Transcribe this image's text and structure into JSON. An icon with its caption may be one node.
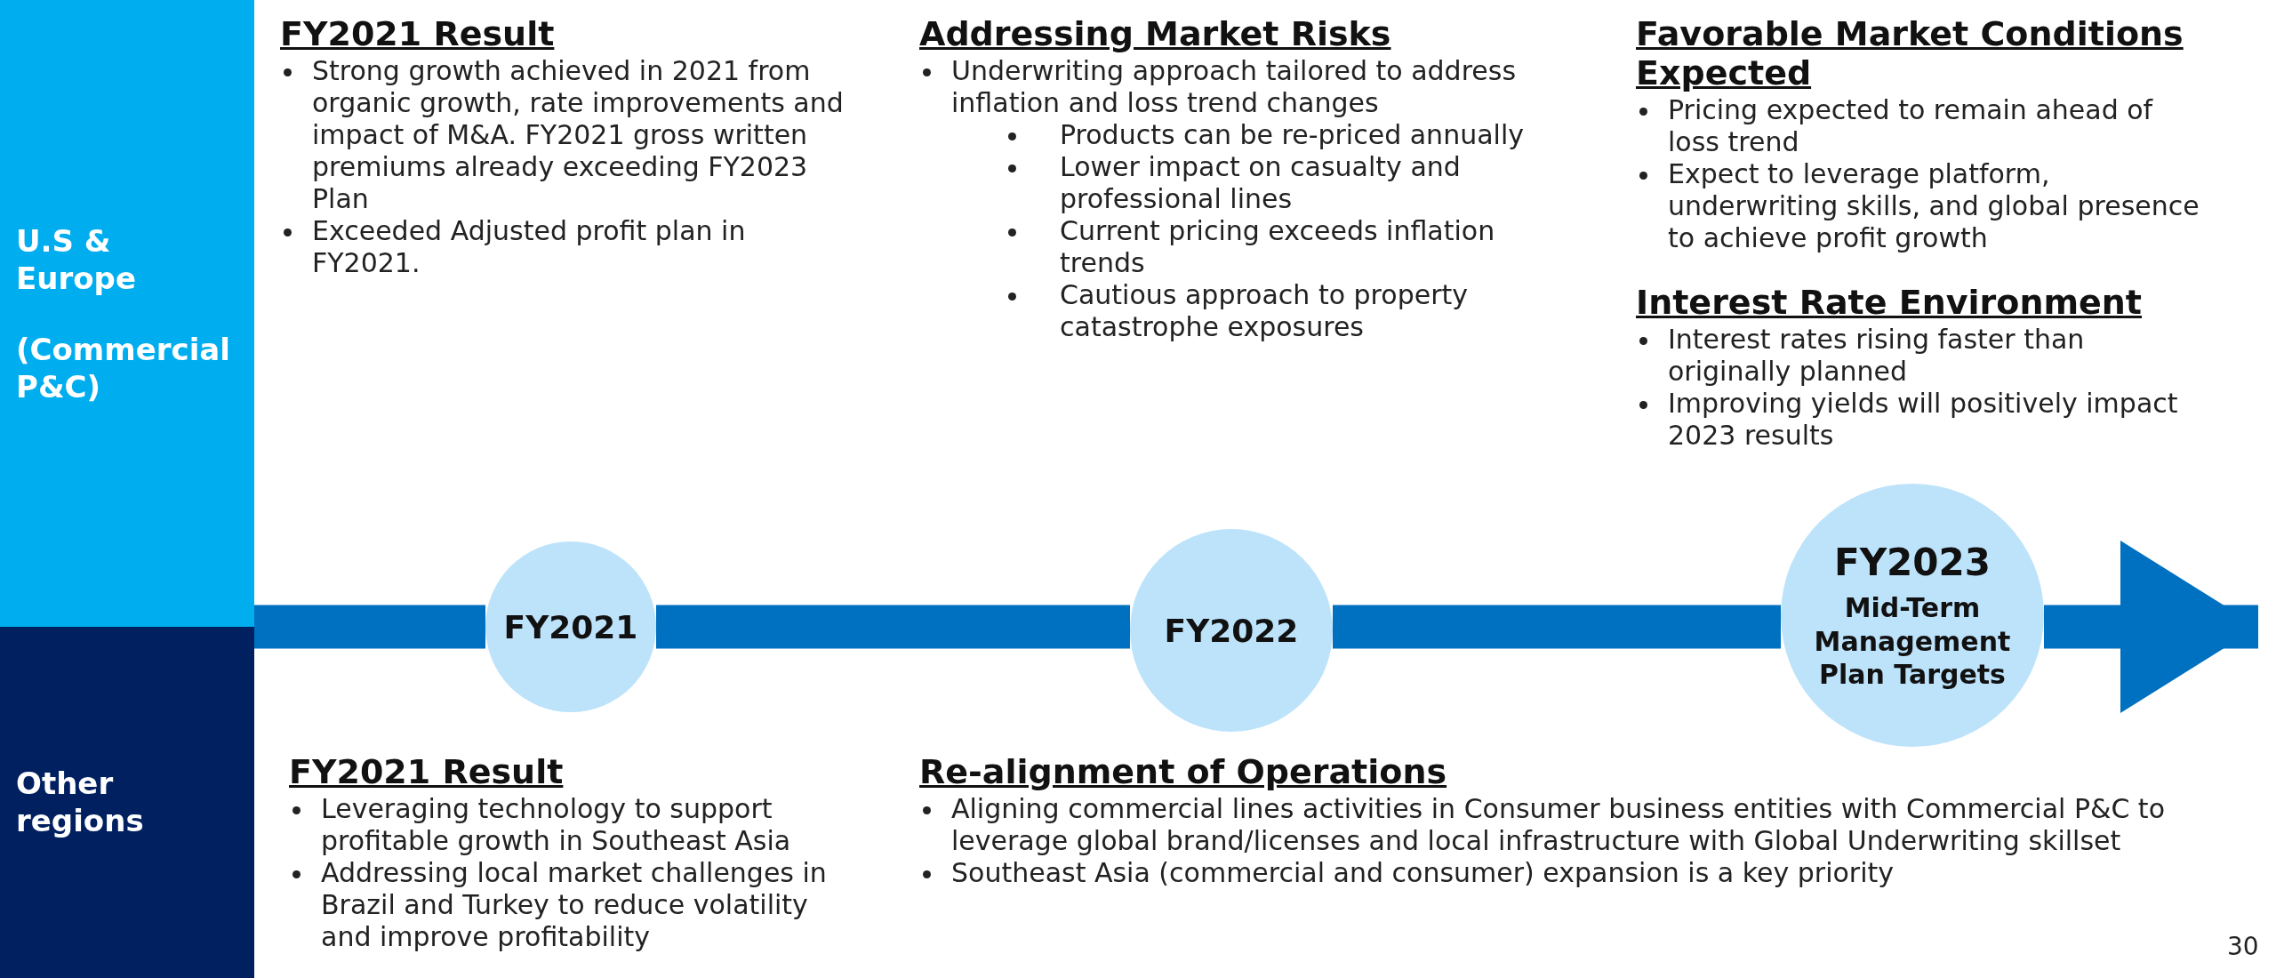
{
  "diagram": {
    "nodes": [
      {
        "text": [
          "U.S & Europe",
          "(Commercial P&C)"
        ]
      },
      {
        "text": [
          "Other regions"
        ]
      },
      {
        "text": [
          "FY2021"
        ]
      },
      {
        "text": [
          "FY2022"
        ]
      },
      {
        "text": [
          "FY2023",
          "Mid-Term Management Plan Targets"
        ]
      }
    ],
    "edges": [
      {
        "from": 1,
        "to": 2,
        "arrow": "none"
      },
      {
        "from": 2,
        "to": 3,
        "arrow": "none"
      },
      {
        "from": 3,
        "to": 4,
        "arrow": "none"
      },
      {
        "from": 4,
        "to": null,
        "arrow": "to"
      }
    ],
    "labels": [
      "FY2021 Result",
      "Strong growth achieved in 2021 from organic growth, rate improvements and impact of M&A. FY2021 gross written premiums already exceeding FY2023 Plan",
      "Exceeded Adjusted profit plan in FY2021.",
      "Addressing Market Risks",
      "Underwriting approach tailored to address inflation and loss trend changes",
      "Products can be re-priced annually",
      "Lower impact on casualty and professional lines",
      "Current pricing exceeds inflation trends",
      "Cautious approach to property catastrophe exposures",
      "Favorable Market Conditions Expected",
      "Pricing expected to remain ahead of loss trend",
      "Expect to leverage platform, underwriting skills, and global presence to achieve profit growth",
      "Interest Rate Environment",
      "Interest rates rising faster than originally planned",
      "Improving yields will positively impact 2023 results",
      "FY2021 Result",
      "Leveraging technology to support profitable growth in Southeast Asia",
      "Addressing local market challenges in Brazil and Turkey to reduce volatility and improve profitability",
      "Re-alignment of Operations",
      "Aligning commercial lines activities in Consumer business entities with Commercial P&C to leverage global brand/licenses and local infrastructure with Global Underwriting skillset",
      "Southeast Asia (commercial and consumer) expansion is a key priority",
      "30"
    ]
  }
}
